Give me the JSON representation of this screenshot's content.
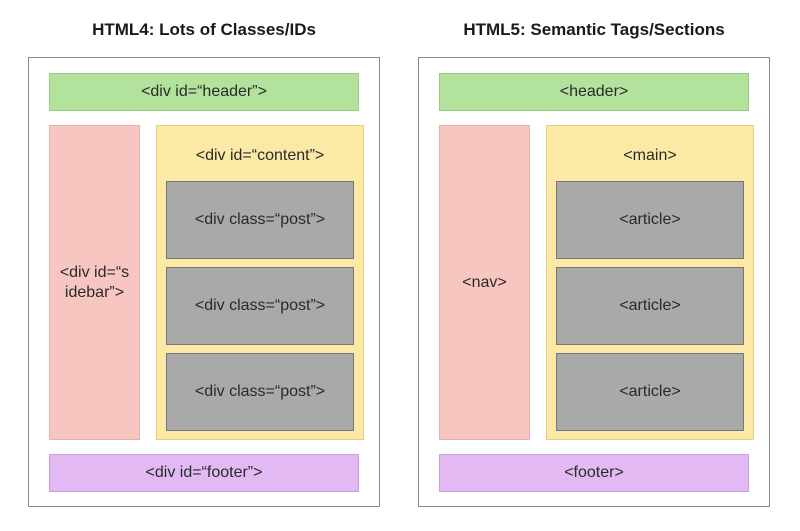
{
  "html4": {
    "title": "HTML4: Lots of Classes/IDs",
    "header": "<div id=“header”>",
    "sidebar": "<div id=“sidebar”>",
    "content": "<div id=“content”>",
    "posts": [
      "<div class=“post”>",
      "<div class=“post”>",
      "<div class=“post”>"
    ],
    "footer": "<div id=“footer”>"
  },
  "html5": {
    "title": "HTML5: Semantic Tags/Sections",
    "header": "<header>",
    "nav": "<nav>",
    "main": "<main>",
    "articles": [
      "<article>",
      "<article>",
      "<article>"
    ],
    "footer": "<footer>"
  },
  "colors": {
    "header": "#b3e29c",
    "sidebar": "#f8c6c1",
    "content": "#fde9a6",
    "post": "#a9a9a9",
    "footer": "#e3b9f4"
  }
}
